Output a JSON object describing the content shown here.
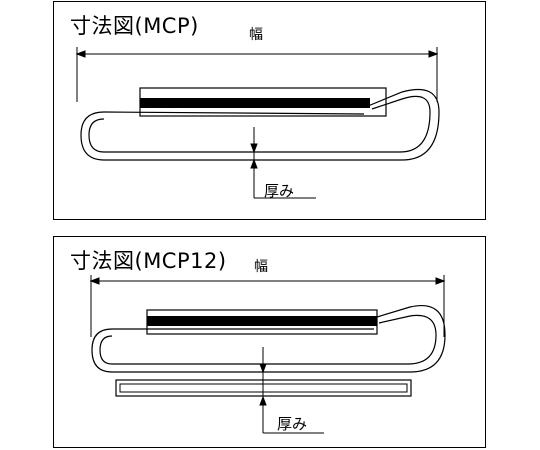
{
  "panels": [
    {
      "title": "寸法図(MCP)",
      "width_label": "幅",
      "thickness_label": "厚み"
    },
    {
      "title": "寸法図(MCP12)",
      "width_label": "幅",
      "thickness_label": "厚み"
    }
  ],
  "colors": {
    "line": "#000000",
    "background": "#ffffff",
    "clip_body": "#000000"
  }
}
